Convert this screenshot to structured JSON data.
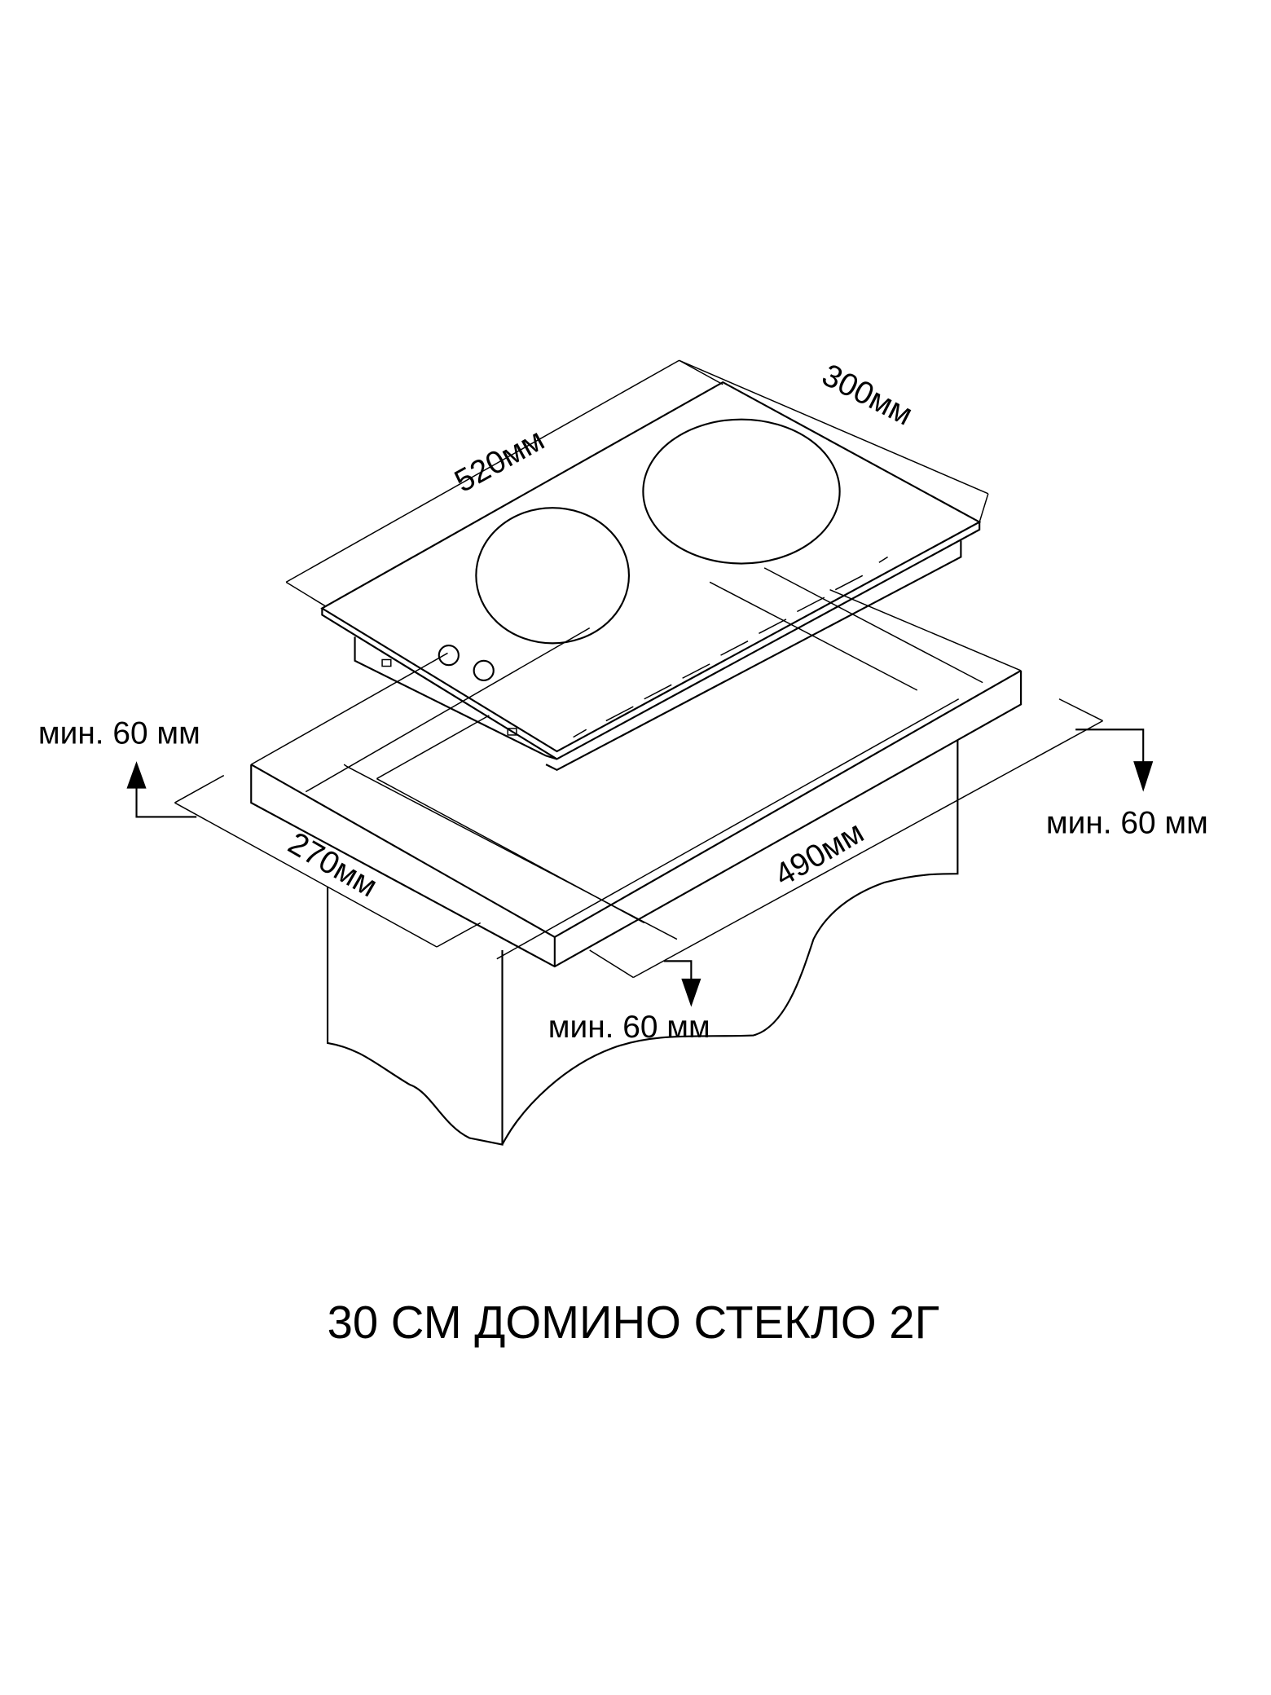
{
  "dimensions": {
    "hob_length": "520мм",
    "hob_width": "300мм",
    "cutout_width": "270мм",
    "cutout_length": "490мм"
  },
  "clearances": {
    "left": "мин. 60 мм",
    "right": "мин. 60 мм",
    "front": "мин. 60 мм"
  },
  "title": "30 СМ ДОМИНО СТЕКЛО 2Г"
}
